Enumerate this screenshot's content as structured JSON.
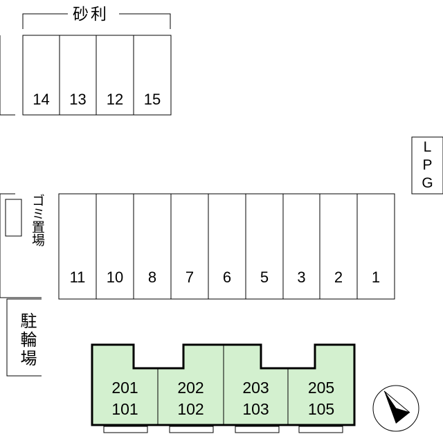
{
  "gravel": {
    "label": "砂利"
  },
  "gravel_spaces": [
    "14",
    "13",
    "12",
    "15"
  ],
  "lpg": {
    "label": "LPG"
  },
  "garbage": {
    "label": "ゴミ置場"
  },
  "bicycle": {
    "label": "駐輪場"
  },
  "front_spaces": [
    "11",
    "10",
    "8",
    "7",
    "6",
    "5",
    "3",
    "2",
    "1"
  ],
  "units": [
    {
      "upper": "201",
      "lower": "101"
    },
    {
      "upper": "202",
      "lower": "102"
    },
    {
      "upper": "203",
      "lower": "103"
    },
    {
      "upper": "205",
      "lower": "105"
    }
  ],
  "colors": {
    "building_fill": "#d3f0cf",
    "line": "#000000"
  },
  "compass": {
    "icon": "north-arrow-icon"
  }
}
